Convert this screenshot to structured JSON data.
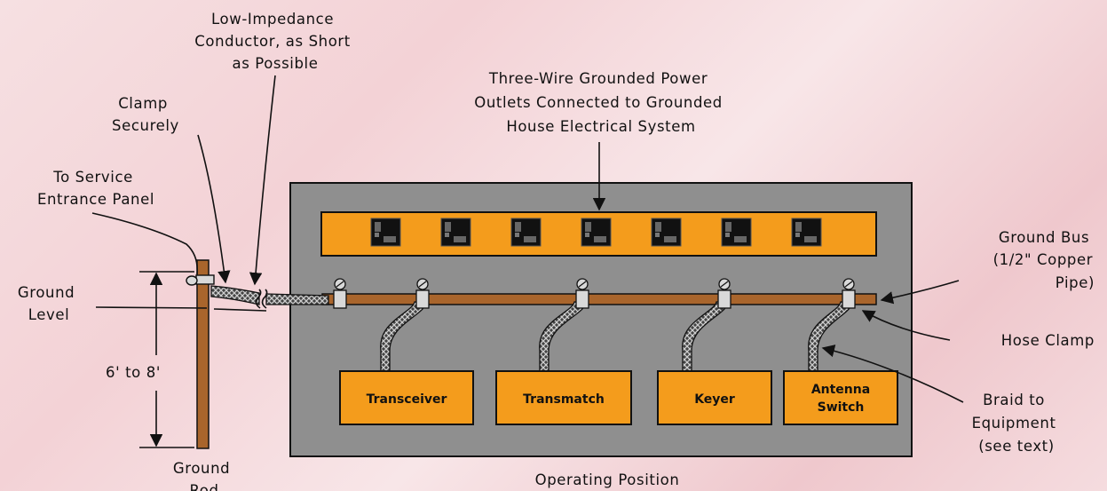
{
  "labels": {
    "low_impedance": [
      "Low-Impedance",
      "Conductor, as Short",
      "as Possible"
    ],
    "clamp_securely": [
      "Clamp",
      "Securely"
    ],
    "service_entrance": [
      "To Service",
      "Entrance Panel"
    ],
    "ground_level": [
      "Ground",
      "Level"
    ],
    "rod_length": "6' to 8'",
    "ground_rod": [
      "Ground",
      "Rod"
    ],
    "outlets": [
      "Three-Wire Grounded Power",
      "Outlets Connected to Grounded",
      "House Electrical System"
    ],
    "ground_bus": [
      "Ground Bus",
      "(1/2\" Copper",
      "Pipe)"
    ],
    "hose_clamp": "Hose Clamp",
    "braid": [
      "Braid to",
      "Equipment",
      "(see text)"
    ],
    "operating_position": "Operating Position"
  },
  "equipment": [
    {
      "label": [
        "Transceiver"
      ]
    },
    {
      "label": [
        "Transmatch"
      ]
    },
    {
      "label": [
        "Keyer"
      ]
    },
    {
      "label": [
        "Antenna",
        "Switch"
      ]
    }
  ],
  "outlet_count": 7,
  "colors": {
    "panel": "#8f8f8f",
    "outlet_strip": "#f49c1c",
    "equipment_box": "#f49c1c",
    "copper": "#a9652c",
    "background": "#f5dadd"
  }
}
